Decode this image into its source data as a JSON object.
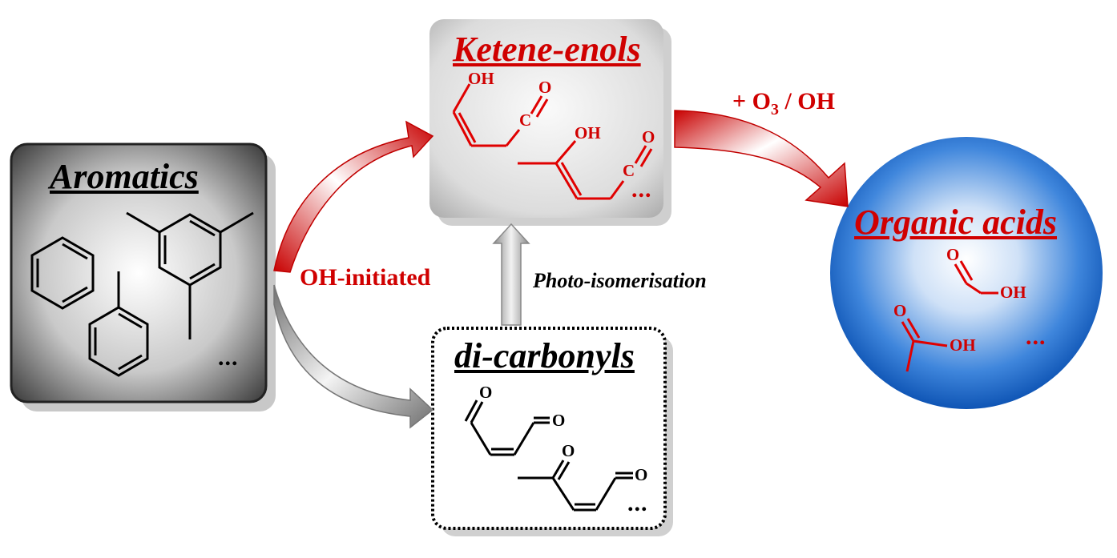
{
  "nodes": {
    "aromatics": {
      "title": "Aromatics",
      "ellipsis": "..."
    },
    "ketene_enols": {
      "title": "Ketene-enols",
      "ellipsis": "...",
      "atoms": {
        "oh1": "OH",
        "o1": "O",
        "c1": "C",
        "oh2": "OH",
        "o2": "O",
        "c2": "C"
      }
    },
    "dicarbonyls": {
      "title": "di-carbonyls",
      "ellipsis": "...",
      "atoms": {
        "o1": "O",
        "o2": "O",
        "o3": "O",
        "o4": "O"
      }
    },
    "organic_acids": {
      "title": "Organic acids",
      "ellipsis": "...",
      "atoms": {
        "o1": "O",
        "oh1": "OH",
        "o2": "O",
        "oh2": "OH"
      }
    }
  },
  "edges": {
    "oh_initiated": "OH-initiated",
    "photo_isomerisation": "Photo-isomerisation",
    "oxidation": {
      "prefix": "+ O",
      "subscript": "3",
      "suffix": " / OH"
    }
  },
  "colors": {
    "accent": "#d00000",
    "sphere": "#1f6fd6",
    "dark_box": "#4a4a4a"
  }
}
